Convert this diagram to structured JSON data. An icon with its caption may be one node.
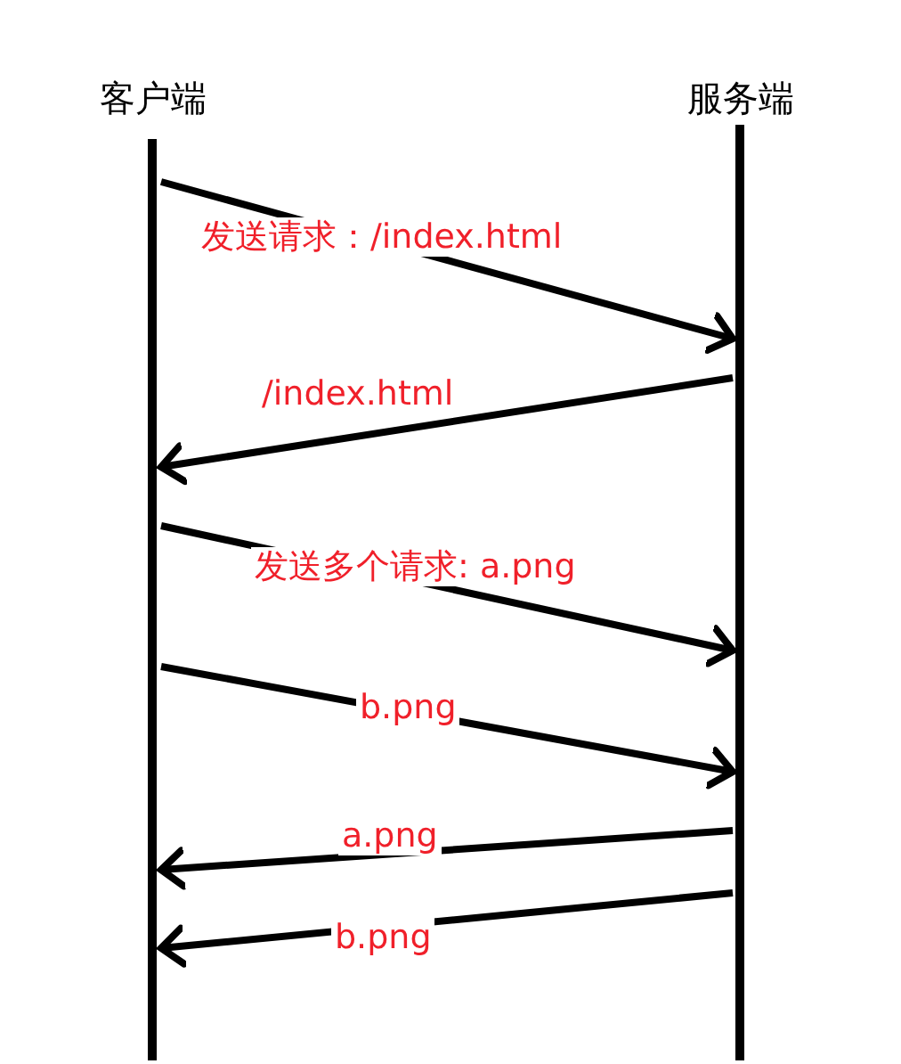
{
  "diagram": {
    "nodes": [
      {
        "text": [
          "客户端"
        ]
      },
      {
        "text": [
          "服务端"
        ]
      }
    ],
    "edges": [
      {
        "from": 0,
        "to": 1,
        "arrow": "to",
        "label": "发送请求：/index.html"
      },
      {
        "from": 1,
        "to": 0,
        "arrow": "to",
        "label": "/index.html"
      },
      {
        "from": 0,
        "to": 1,
        "arrow": "to",
        "label": "发送多个请求: a.png"
      },
      {
        "from": 0,
        "to": 1,
        "arrow": "to",
        "label": "b.png"
      },
      {
        "from": 1,
        "to": 0,
        "arrow": "to",
        "label": "a.png"
      },
      {
        "from": 1,
        "to": 0,
        "arrow": "to",
        "label": "b.png"
      }
    ]
  }
}
